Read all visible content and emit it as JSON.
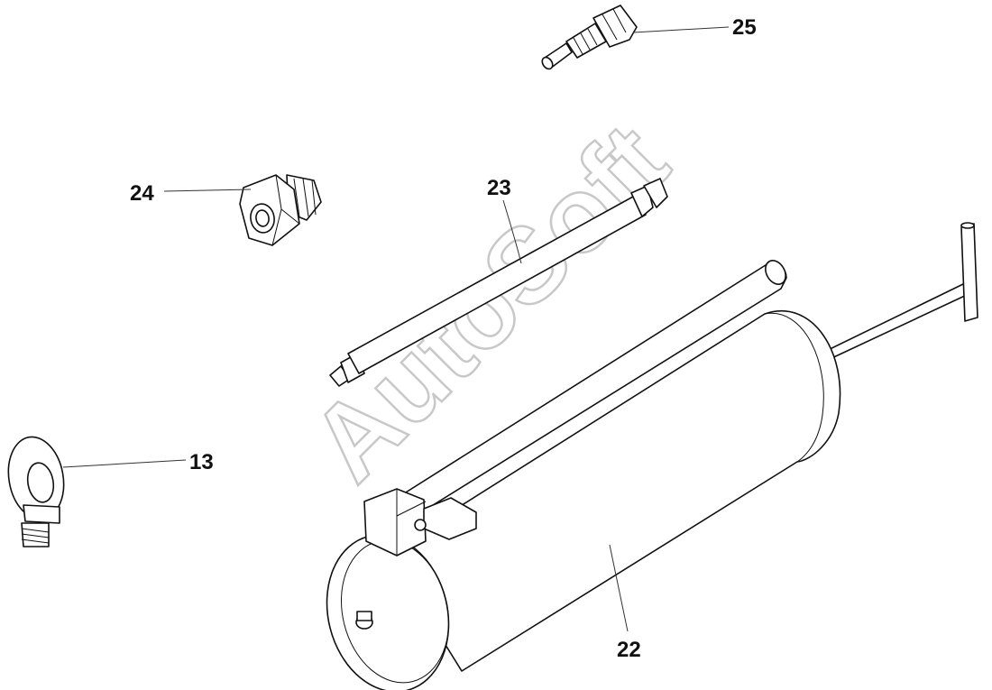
{
  "watermark": "AutoSoft",
  "callouts": {
    "c13": "13",
    "c22": "22",
    "c23": "23",
    "c24": "24",
    "c25": "25"
  }
}
